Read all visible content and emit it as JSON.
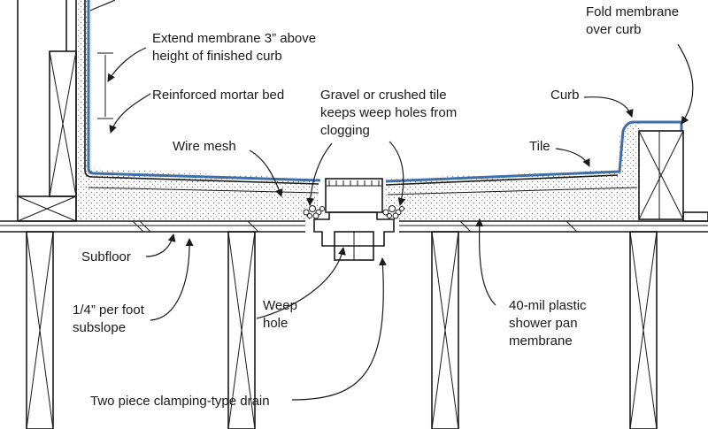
{
  "labels": {
    "extend_membrane": [
      "Extend membrane 3” above",
      "height of finished curb"
    ],
    "fold_membrane": [
      "Fold membrane",
      "over curb"
    ],
    "reinforced_mortar_bed": "Reinforced mortar bed",
    "gravel": [
      "Gravel or crushed tile",
      "keeps weep holes from",
      "clogging"
    ],
    "curb": "Curb",
    "wire_mesh": "Wire mesh",
    "tile": "Tile",
    "subfloor": "Subfloor",
    "subslope": [
      "1/4” per foot",
      "subslope"
    ],
    "weep_hole": [
      "Weep",
      "hole"
    ],
    "plastic_membrane": [
      "40-mil plastic",
      "shower pan",
      "membrane"
    ],
    "drain": "Two piece clamping-type drain"
  },
  "colors": {
    "line": "#1a1a1a",
    "membrane": "#3f6fa8",
    "mortar_dots": "#777777",
    "background": "#ffffff"
  }
}
